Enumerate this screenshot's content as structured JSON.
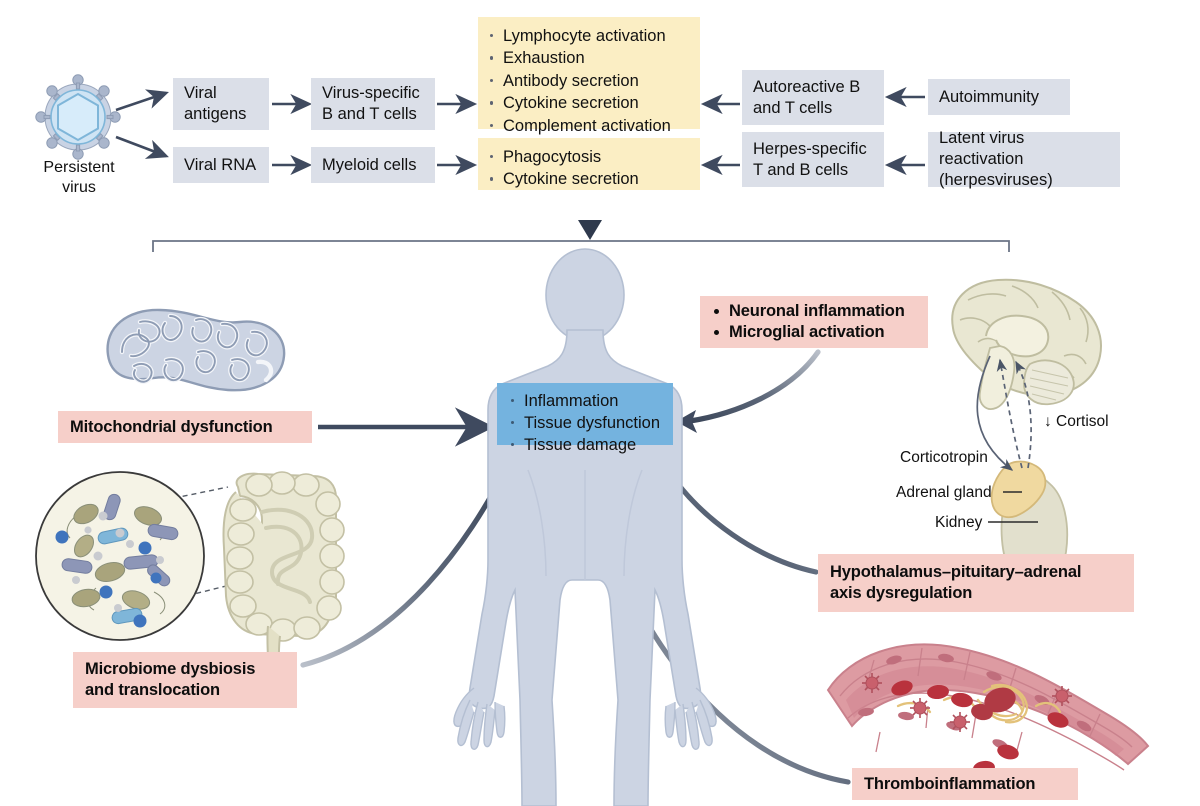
{
  "diagram": {
    "source_node": {
      "label": "Persistent\nvirus",
      "line1": "Persistent",
      "line2": "virus",
      "icon": "virus-icon"
    },
    "flow_boxes": [
      {
        "id": "viral-antigens",
        "label": "Viral\nantigens",
        "lines": [
          "Viral",
          "antigens"
        ],
        "color": "#dbdfe8"
      },
      {
        "id": "viral-rna",
        "label": "Viral RNA",
        "lines": [
          "Viral RNA"
        ],
        "color": "#dbdfe8"
      },
      {
        "id": "virus-specific-cells",
        "label": "Virus-specific\nB and T cells",
        "lines": [
          "Virus-specific",
          "B and T cells"
        ],
        "color": "#dbdfe8"
      },
      {
        "id": "myeloid-cells",
        "label": "Myeloid cells",
        "lines": [
          "Myeloid cells"
        ],
        "color": "#dbdfe8"
      },
      {
        "id": "autoreactive-cells",
        "label": "Autoreactive B\nand T cells",
        "lines": [
          "Autoreactive B",
          "and T cells"
        ],
        "color": "#dbdfe8"
      },
      {
        "id": "herpes-specific-cells",
        "label": "Herpes-specific\nT and B cells",
        "lines": [
          "Herpes-specific",
          "T and B cells"
        ],
        "color": "#dbdfe8"
      },
      {
        "id": "autoimmunity",
        "label": "Autoimmunity",
        "lines": [
          "Autoimmunity"
        ],
        "color": "#dbdfe8"
      },
      {
        "id": "latent-virus-reactivation",
        "label": "Latent virus reactivation\n(herpesviruses)",
        "lines": [
          "Latent virus reactivation",
          "(herpesviruses)"
        ],
        "color": "#dbdfe8"
      }
    ],
    "adaptive_effects": {
      "color": "#fbeec4",
      "items": [
        "Lymphocyte activation",
        "Exhaustion",
        "Antibody secretion",
        "Cytokine secretion",
        "Complement activation"
      ]
    },
    "innate_effects": {
      "color": "#fbeec4",
      "items": [
        "Phagocytosis",
        "Cytokine secretion"
      ]
    },
    "body_outcome": {
      "color": "#74b3df",
      "items": [
        "Inflammation",
        "Tissue dysfunction",
        "Tissue damage"
      ]
    },
    "mechanism_labels": [
      {
        "id": "mitochondrial-dysfunction",
        "lines": [
          "Mitochondrial dysfunction"
        ],
        "color": "#f6cfc9",
        "bulleted": false
      },
      {
        "id": "microbiome-dysbiosis",
        "lines": [
          "Microbiome dysbiosis",
          "and translocation"
        ],
        "color": "#f6cfc9",
        "bulleted": false
      },
      {
        "id": "neuroinflammation",
        "lines": [
          "Neuronal inflammation",
          "Microglial activation"
        ],
        "color": "#f6cfc9",
        "bulleted": true
      },
      {
        "id": "hpa-axis-dysregulation",
        "lines": [
          "Hypothalamus–pituitary–adrenal",
          "axis dysregulation"
        ],
        "color": "#f6cfc9",
        "bulleted": false
      },
      {
        "id": "thromboinflammation",
        "lines": [
          "Thromboinflammation"
        ],
        "color": "#f6cfc9",
        "bulleted": false
      }
    ],
    "hpa_annotations": [
      {
        "id": "cortisol",
        "label": "↓ Cortisol"
      },
      {
        "id": "corticotropin",
        "label": "Corticotropin"
      },
      {
        "id": "adrenal-gland",
        "label": "Adrenal gland"
      },
      {
        "id": "kidney",
        "label": "Kidney"
      }
    ],
    "illustrations": [
      {
        "id": "mitochondrion-illustration",
        "name": "mitochondrion"
      },
      {
        "id": "gut-microbiome-illustration",
        "name": "intestine-with-bacteria-inset"
      },
      {
        "id": "brain-illustration",
        "name": "brain-sagittal"
      },
      {
        "id": "kidney-adrenal-illustration",
        "name": "kidney-and-adrenal-gland"
      },
      {
        "id": "blood-vessel-illustration",
        "name": "blood-vessel-with-clot"
      },
      {
        "id": "human-body-illustration",
        "name": "human-body-silhouette"
      }
    ],
    "colors": {
      "gray_box": "#dbdfe8",
      "yellow_box": "#fbeec4",
      "blue_box": "#74b3df",
      "pink_label": "#f6cfc9",
      "arrow": "#3f4a5f",
      "text": "#111111"
    }
  }
}
